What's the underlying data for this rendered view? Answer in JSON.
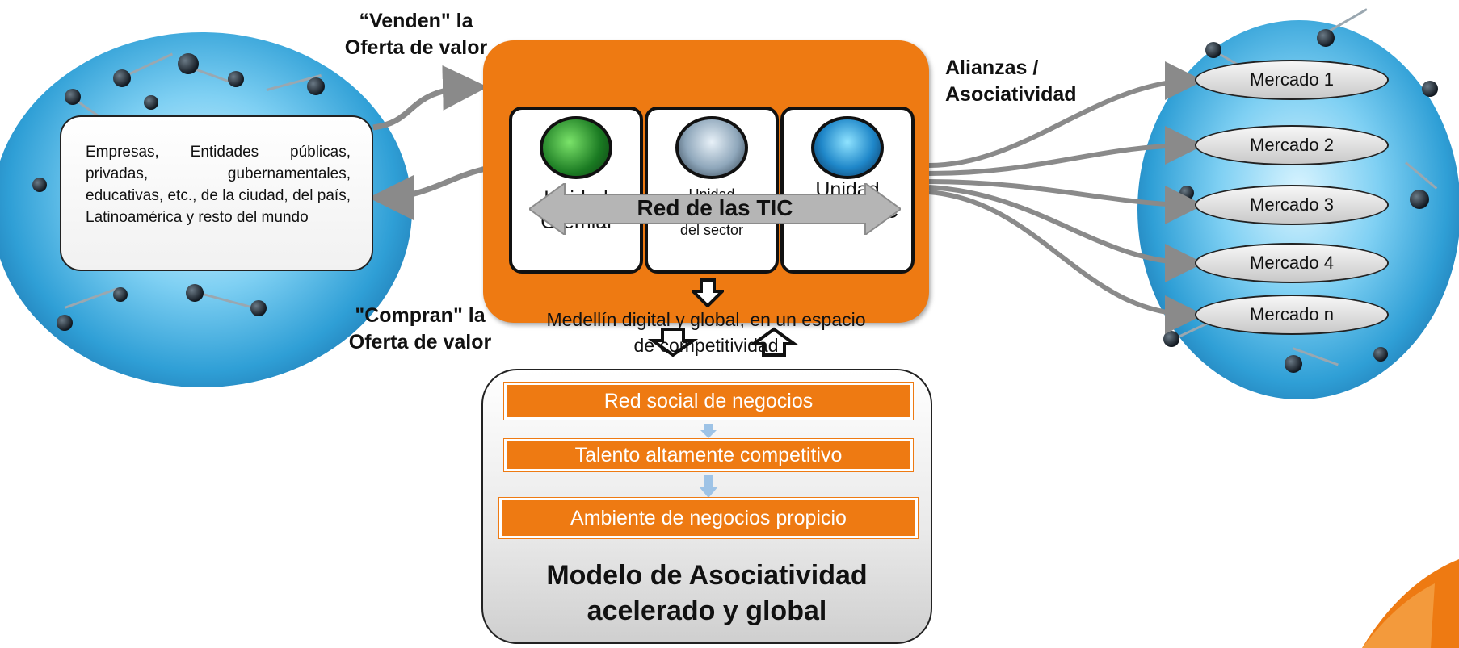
{
  "left_box_text": "Empresas, Entidades públicas, privadas, gubernamentales, educativas, etc., de la ciudad, del país, Latinoamérica y resto del mundo",
  "label_venden": "“Venden\" la Oferta de valor",
  "label_compran": "\"Compran\" la Oferta de valor",
  "label_alianzas": "Alianzas / Asociatividad",
  "units": [
    {
      "label": "Unidad Gremial"
    },
    {
      "label": "Unidad Fortalecimiento del sector"
    },
    {
      "label": "Unidad Clúster TIC"
    }
  ],
  "red_tic": "Red de las TIC",
  "main_caption": "Medellín digital y global, en un espacio de competitividad",
  "bottom_bars": [
    "Red social de negocios",
    "Talento altamente competitivo",
    "Ambiente de negocios propicio"
  ],
  "model_title": "Modelo de Asociatividad acelerado y global",
  "mercados": [
    "Mercado 1",
    "Mercado 2",
    "Mercado 3",
    "Mercado 4",
    "Mercado n"
  ],
  "colors": {
    "orange": "#ee7a12",
    "sphere_blue": "#2f9fd6",
    "connector_gray": "#8a8a8a"
  }
}
